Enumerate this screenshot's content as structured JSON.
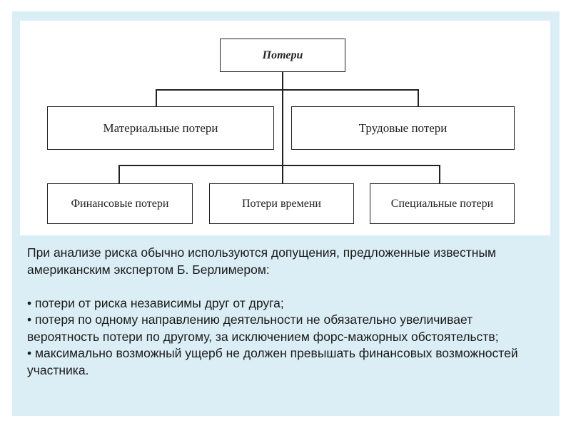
{
  "diagram": {
    "root": "Потери",
    "level2": [
      "Материальные потери",
      "Трудовые потери"
    ],
    "level3": [
      "Финансовые потери",
      "Потери времени",
      "Специальные потери"
    ]
  },
  "text": {
    "intro": "При анализе риска обычно используются допущения, предложенные известным американским экспертом Б. Берлимером:",
    "bullets": [
      "• потери от риска независимы друг от друга;",
      "• потеря по одному направлению деятельности не обязательно увеличивает вероятность потери по другому, за исключением форс-мажорных обстоятельств;",
      "• максимально возможный ущерб не должен превышать финансовых возможностей участника."
    ]
  },
  "colors": {
    "panel_background": "#dbeef5",
    "diagram_background": "#ffffff",
    "line_color": "#222222"
  }
}
